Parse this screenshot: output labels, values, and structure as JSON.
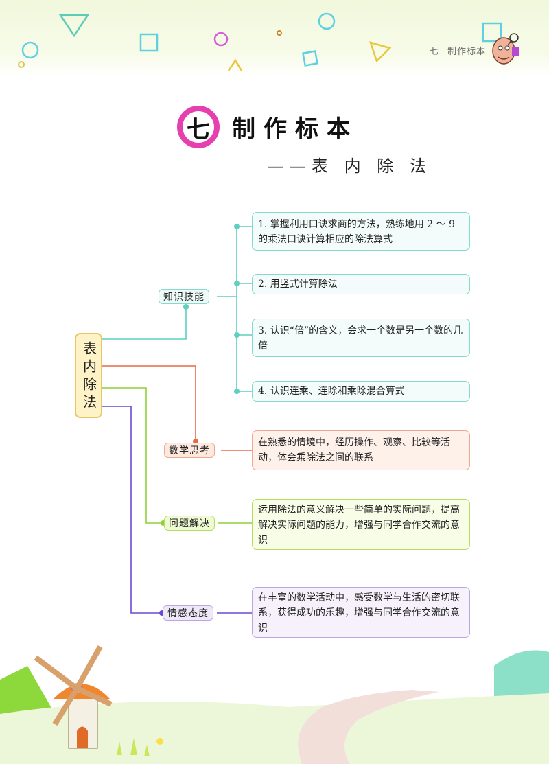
{
  "header": {
    "chapter_num": "七",
    "chapter_name": "制作标本"
  },
  "title": {
    "badge": "七",
    "main": "制作标本",
    "sub": "——表 内 除 法"
  },
  "mindmap": {
    "root": "表内除法",
    "branches": [
      {
        "label": "知识技能",
        "items": [
          "1. 掌握利用口诀求商的方法，熟练地用 2 ～ 9 的乘法口诀计算相应的除法算式",
          "2. 用竖式计算除法",
          "3. 认识“倍”的含义，会求一个数是另一个数的几倍",
          "4. 认识连乘、连除和乘除混合算式"
        ]
      },
      {
        "label": "数学思考",
        "items": [
          "在熟悉的情境中，经历操作、观察、比较等活动，体会乘除法之间的联系"
        ]
      },
      {
        "label": "问题解决",
        "items": [
          "运用除法的意义解决一些简单的实际问题，提高解决实际问题的能力，增强与同学合作交流的意识"
        ]
      },
      {
        "label": "情感态度",
        "items": [
          "在丰富的数学活动中，感受数学与生活的密切联系，获得成功的乐趣，增强与同学合作交流的意识"
        ]
      }
    ]
  },
  "colors": {
    "knowledge": "#5fcfc0",
    "thinking": "#e8694a",
    "problem": "#8fd13a",
    "emotion": "#6a4ad1",
    "badge": "#e63fb0"
  }
}
